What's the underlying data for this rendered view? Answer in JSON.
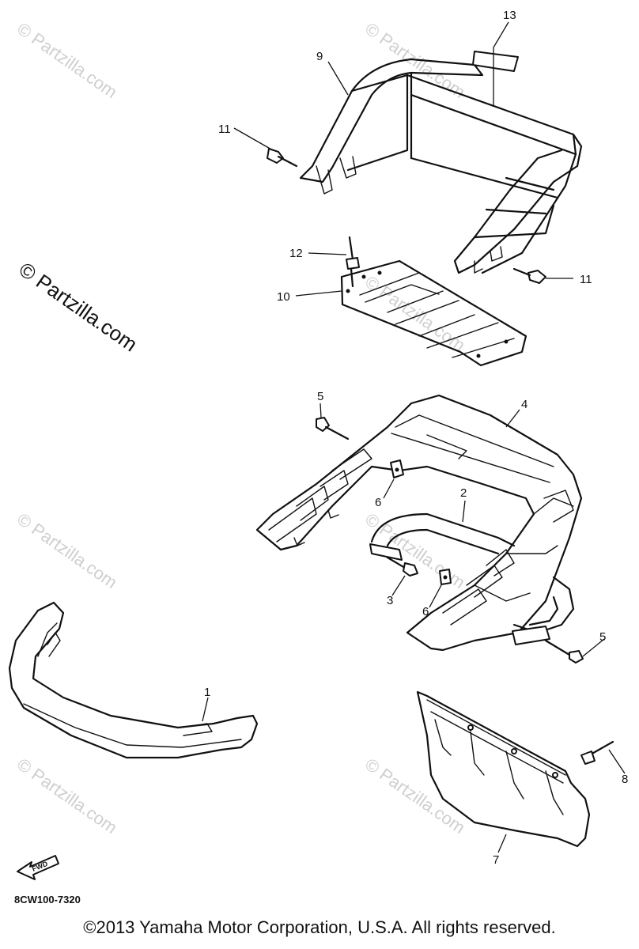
{
  "watermarks": {
    "site": "© Partzilla.com",
    "main": "© Partzilla.com"
  },
  "callouts": {
    "c1": "1",
    "c2": "2",
    "c3": "3",
    "c4": "4",
    "c5a": "5",
    "c5b": "5",
    "c6a": "6",
    "c6b": "6",
    "c7": "7",
    "c8": "8",
    "c9": "9",
    "c10": "10",
    "c11a": "11",
    "c11b": "11",
    "c12": "12",
    "c13": "13"
  },
  "fwd_label": "FWD",
  "diagram_code": "8CW100-7320",
  "copyright": "©2013  Yamaha Motor Corporation, U.S.A. All rights reserved."
}
